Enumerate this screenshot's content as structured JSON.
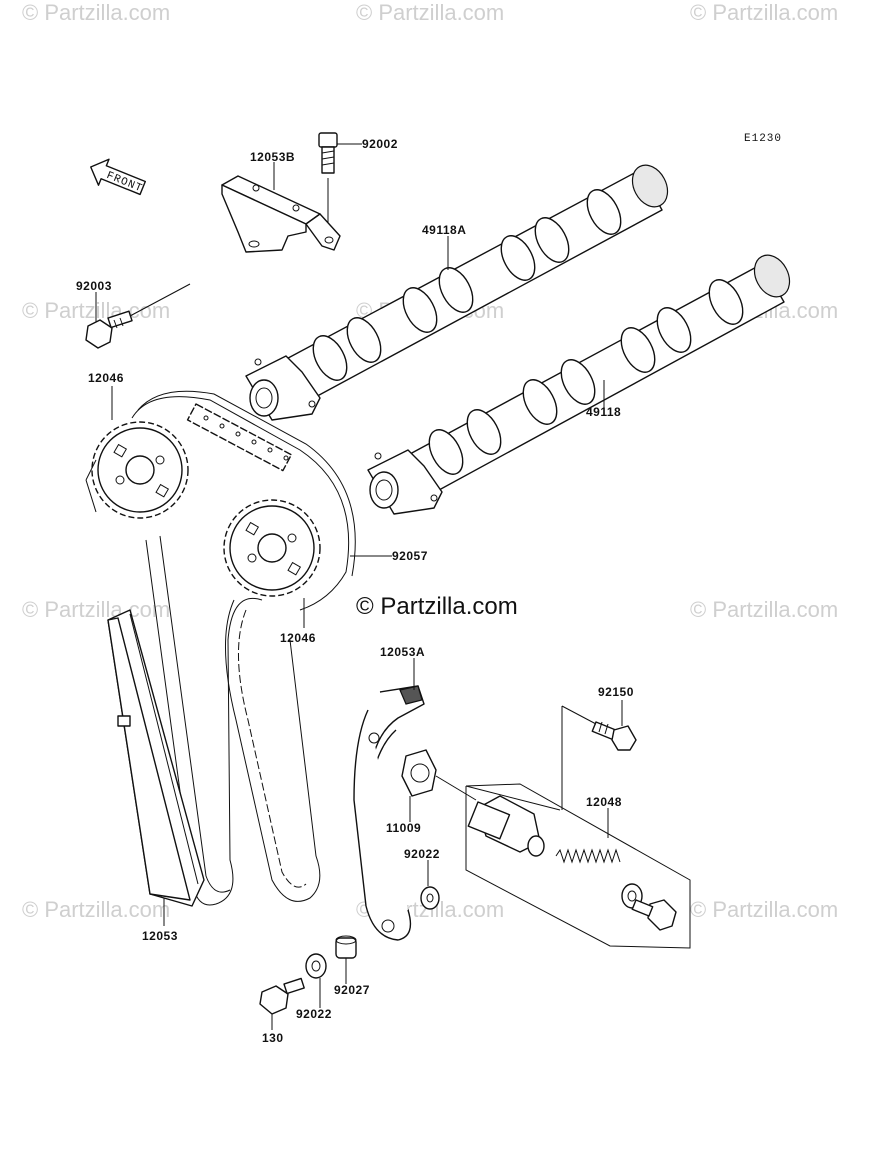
{
  "diagram_code": "E1230",
  "front_label": "FRONT",
  "copyright_text": "© Partzilla.com",
  "watermark_text": "© Partzilla.com",
  "parts": [
    {
      "id": "12053B"
    },
    {
      "id": "92002"
    },
    {
      "id": "49118A"
    },
    {
      "id": "92003"
    },
    {
      "id": "12046"
    },
    {
      "id": "49118"
    },
    {
      "id": "92057"
    },
    {
      "id": "12046"
    },
    {
      "id": "12053A"
    },
    {
      "id": "92150"
    },
    {
      "id": "12048"
    },
    {
      "id": "11009"
    },
    {
      "id": "92022"
    },
    {
      "id": "12053"
    },
    {
      "id": "92022"
    },
    {
      "id": "92027"
    },
    {
      "id": "130"
    }
  ]
}
